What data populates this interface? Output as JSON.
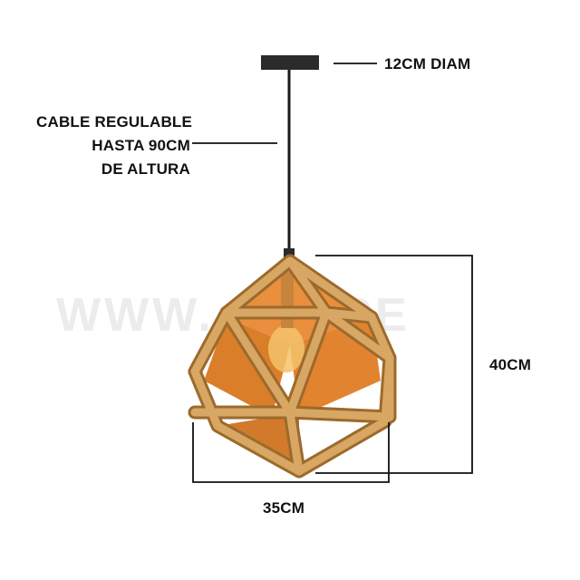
{
  "labels": {
    "diameter": "12CM DIAM",
    "cable_line1": "CABLE REGULABLE",
    "cable_line2": "HASTA 90CM",
    "cable_line3": "DE ALTURA",
    "height": "40CM",
    "width": "35CM"
  },
  "watermark": "WWW.       INA.PE",
  "colors": {
    "wood": "#c9954f",
    "wood_dark": "#9c6a2c",
    "inner_glow": "#e8862e",
    "cable": "#1a1a1a",
    "lines": "#111111"
  }
}
